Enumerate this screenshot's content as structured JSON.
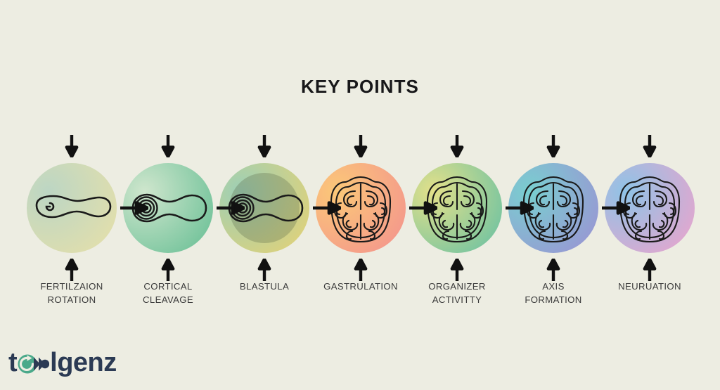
{
  "page": {
    "title": "KEY POINTS",
    "background_color": "#edede2",
    "text_color": "#3b3b3b",
    "title_color": "#18181a"
  },
  "stages": [
    {
      "label": "FERTILZAION\nROTATION",
      "glyph": "embryo-elongated-icon",
      "gradient_from": "#bcd6c4",
      "gradient_to": "#e8e0a8",
      "has_inner_blob": false,
      "down_arrow": "arrow-down-icon",
      "up_arrow": "arrow-up-icon"
    },
    {
      "label": "CORTICAL\nCLEAVAGE",
      "glyph": "embryo-nucleus-icon",
      "gradient_from": "#cfe6cd",
      "gradient_to": "#63bd92",
      "has_inner_blob": false,
      "down_arrow": "arrow-down-icon",
      "up_arrow": "arrow-up-icon"
    },
    {
      "label": "BLASTULA",
      "glyph": "embryo-nucleus-icon",
      "gradient_from": "#9ccfb7",
      "gradient_to": "#e9d271",
      "has_inner_blob": true,
      "down_arrow": "arrow-down-icon",
      "up_arrow": "arrow-up-icon"
    },
    {
      "label": "GASTRULATION",
      "glyph": "neural-fold-icon",
      "gradient_from": "#fbc878",
      "gradient_to": "#f3908f",
      "has_inner_blob": false,
      "down_arrow": "arrow-down-icon",
      "up_arrow": "arrow-up-icon"
    },
    {
      "label": "ORGANIZER\nACTIVITTY",
      "glyph": "neural-fold-icon",
      "gradient_from": "#e3e08a",
      "gradient_to": "#62bfa4",
      "has_inner_blob": false,
      "down_arrow": "arrow-down-icon",
      "up_arrow": "arrow-up-icon"
    },
    {
      "label": "AXIS\nFORMATION",
      "glyph": "neural-fold-icon",
      "gradient_from": "#79cfd0",
      "gradient_to": "#9d8fd4",
      "has_inner_blob": false,
      "down_arrow": "arrow-down-icon",
      "up_arrow": "arrow-up-icon"
    },
    {
      "label": "NEURUATION",
      "glyph": "neural-fold-icon",
      "gradient_from": "#8fc3e6",
      "gradient_to": "#f0a2cb",
      "has_inner_blob": false,
      "down_arrow": "arrow-down-icon",
      "up_arrow": "arrow-up-icon"
    }
  ],
  "connectors": [
    {
      "icon": "arrow-right-icon"
    },
    {
      "icon": "arrow-right-icon"
    },
    {
      "icon": "arrow-right-icon"
    },
    {
      "icon": "arrow-right-icon"
    },
    {
      "icon": "arrow-right-icon"
    },
    {
      "icon": "arrow-right-icon"
    }
  ],
  "logo": {
    "text_left": "t",
    "text_right": "lgenz",
    "mark": "circular-arrow-icon",
    "text_color": "#2b3a54",
    "mark_color": "#4aa98a"
  }
}
